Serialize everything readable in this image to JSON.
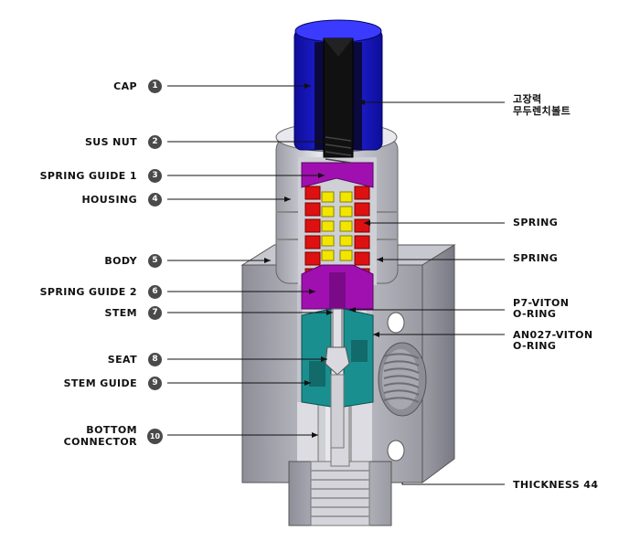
{
  "labels_left": [
    {
      "text": "CAP",
      "number": "1"
    },
    {
      "text": "SUS NUT",
      "number": "2"
    },
    {
      "text": "SPRING GUIDE 1",
      "number": "3"
    },
    {
      "text": "HOUSING",
      "number": "4"
    },
    {
      "text": "BODY",
      "number": "5"
    },
    {
      "text": "SPRING GUIDE 2",
      "number": "6"
    },
    {
      "text": "STEM",
      "number": "7"
    },
    {
      "text": "SEAT",
      "number": "8"
    },
    {
      "text": "STEM GUIDE",
      "number": "9"
    },
    {
      "text": "BOTTOM",
      "text2": "CONNECTOR",
      "number": "10"
    }
  ],
  "labels_right": [
    {
      "text": "고장력",
      "text2": "무두렌치볼트"
    },
    {
      "text": "SPRING"
    },
    {
      "text": "SPRING"
    },
    {
      "text": "P7-VITON",
      "text2": "O-RING"
    },
    {
      "text": "AN027-VITON",
      "text2": "O-RING"
    },
    {
      "text": "THICKNESS 44"
    }
  ],
  "colors": {
    "cap": "#1a1acc",
    "spring_guide": "#a010b0",
    "spring_red": "#dd1111",
    "spring_yellow": "#f2e600",
    "stem_guide": "#1a8f8f",
    "body": "#b9b9c2"
  }
}
